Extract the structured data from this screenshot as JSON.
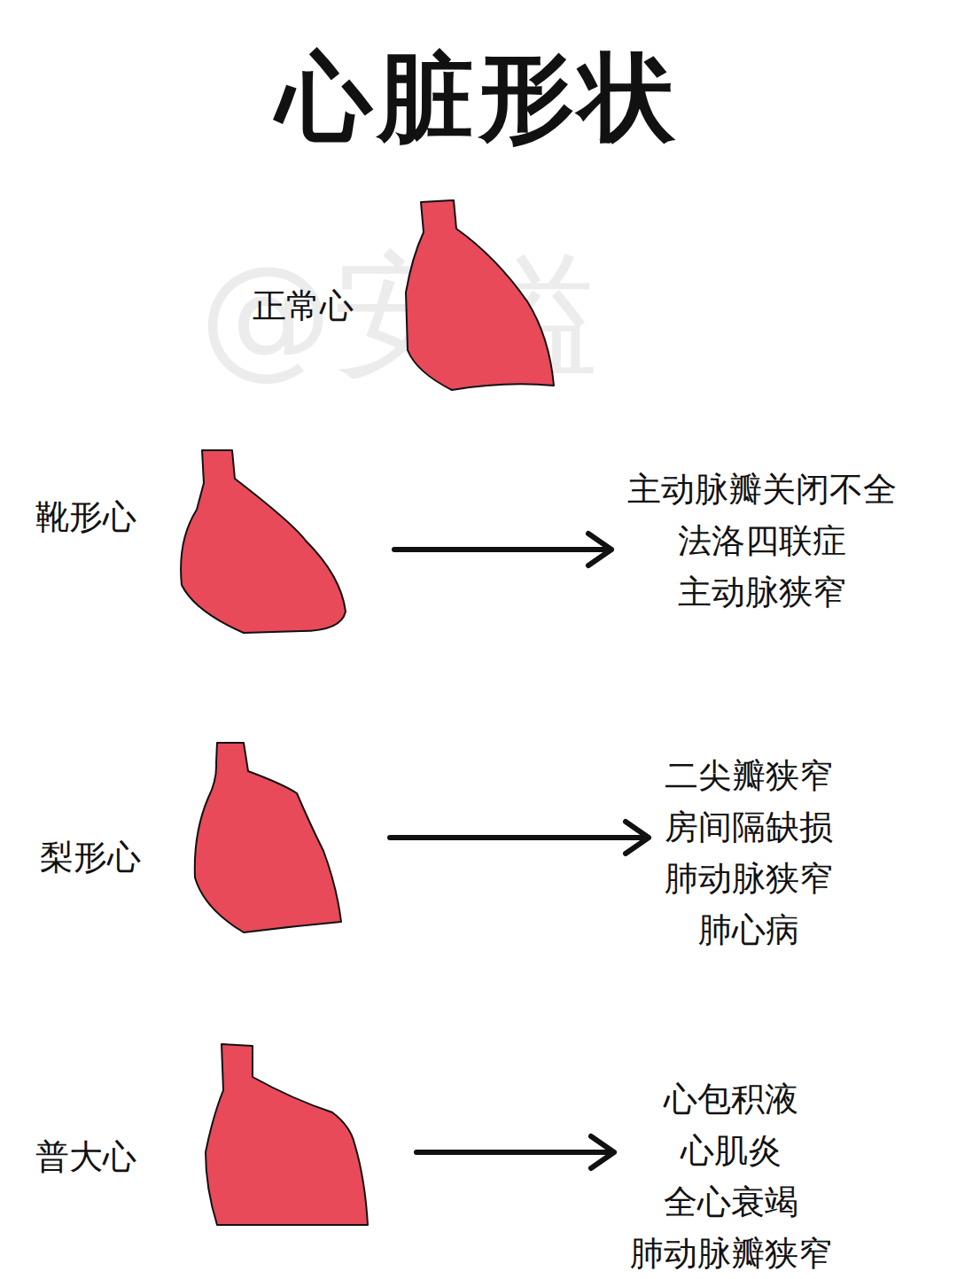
{
  "diagram": {
    "title": "心脏形状",
    "nodes": [
      {
        "text": [
          "正常心"
        ]
      },
      {
        "text": [
          "靴形心"
        ]
      },
      {
        "text": [
          "主动脉瓣关闭不全",
          "法洛四联症",
          "主动脉狭窄"
        ]
      },
      {
        "text": [
          "梨形心"
        ]
      },
      {
        "text": [
          "二尖瓣狭窄",
          "房间隔缺损",
          "肺动脉狭窄",
          "肺心病"
        ]
      },
      {
        "text": [
          "普大心"
        ]
      },
      {
        "text": [
          "心包积液",
          "心肌炎",
          "全心衰竭",
          "肺动脉瓣狭窄"
        ]
      }
    ],
    "edges": [
      {
        "from": 1,
        "to": 2,
        "arrow": "to"
      },
      {
        "from": 3,
        "to": 4,
        "arrow": "to"
      },
      {
        "from": 5,
        "to": 6,
        "arrow": "to"
      }
    ],
    "labels": [
      "@安溢"
    ]
  }
}
